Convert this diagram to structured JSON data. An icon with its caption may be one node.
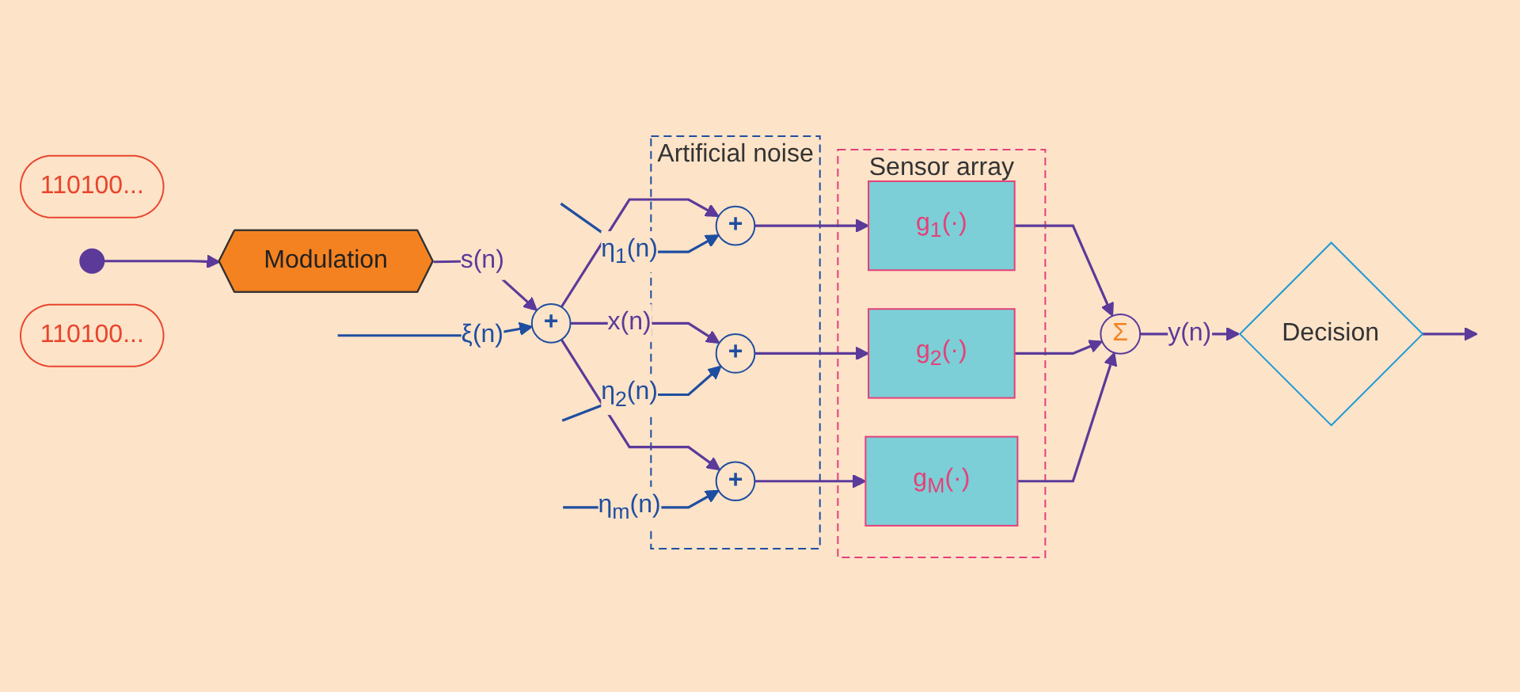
{
  "diagram": {
    "nodes": [
      {
        "text": [
          "110100..."
        ]
      },
      {
        "text": [],
        "shape": "circle"
      },
      {
        "text": [
          "Modulation"
        ]
      },
      {
        "text": [
          "+"
        ]
      },
      {
        "text": [
          "Artificial noise"
        ]
      },
      {
        "text": [
          "+"
        ],
        "in": 4
      },
      {
        "text": [
          "+"
        ],
        "in": 4
      },
      {
        "text": [
          "+"
        ],
        "in": 4
      },
      {
        "text": [
          "Sensor array"
        ]
      },
      {
        "text": [
          "g$_{1}$(·)"
        ],
        "in": 8
      },
      {
        "text": [
          "g$_{2}$(·)"
        ],
        "in": 8
      },
      {
        "text": [
          "g$_{M}$(·)"
        ],
        "in": 8
      },
      {
        "text": [
          "Σ"
        ]
      },
      {
        "text": [
          "Decision"
        ]
      },
      {
        "text": [
          "110100..."
        ]
      }
    ],
    "edges": [
      {
        "from": 1,
        "to": 2,
        "arrow": "to"
      },
      {
        "from": 2,
        "to": 3,
        "arrow": "to",
        "label": "s(n)"
      },
      {
        "from": null,
        "to": 3,
        "arrow": "to",
        "label": "ξ(n)",
        "color": "#1f4ea0"
      },
      {
        "from": 3,
        "to": 5,
        "arrow": "to"
      },
      {
        "from": 3,
        "to": 6,
        "arrow": "to",
        "label": "x(n)"
      },
      {
        "from": 3,
        "to": 7,
        "arrow": "to"
      },
      {
        "from": null,
        "to": 5,
        "arrow": "to",
        "label": "η$_{1}$(n)",
        "color": "#1f4ea0"
      },
      {
        "from": null,
        "to": 6,
        "arrow": "to",
        "label": "η$_{2}$(n)",
        "color": "#1f4ea0"
      },
      {
        "from": null,
        "to": 7,
        "arrow": "to",
        "label": "η$_{m}$(n)",
        "color": "#1f4ea0"
      },
      {
        "from": 5,
        "to": 9,
        "arrow": "to"
      },
      {
        "from": 6,
        "to": 10,
        "arrow": "to"
      },
      {
        "from": 7,
        "to": 11,
        "arrow": "to"
      },
      {
        "from": 9,
        "to": 12,
        "arrow": "to"
      },
      {
        "from": 10,
        "to": 12,
        "arrow": "to"
      },
      {
        "from": 11,
        "to": 12,
        "arrow": "to"
      },
      {
        "from": 12,
        "to": 13,
        "arrow": "to",
        "label": "y(n)"
      },
      {
        "from": 13,
        "to": null,
        "arrow": "to"
      }
    ]
  }
}
